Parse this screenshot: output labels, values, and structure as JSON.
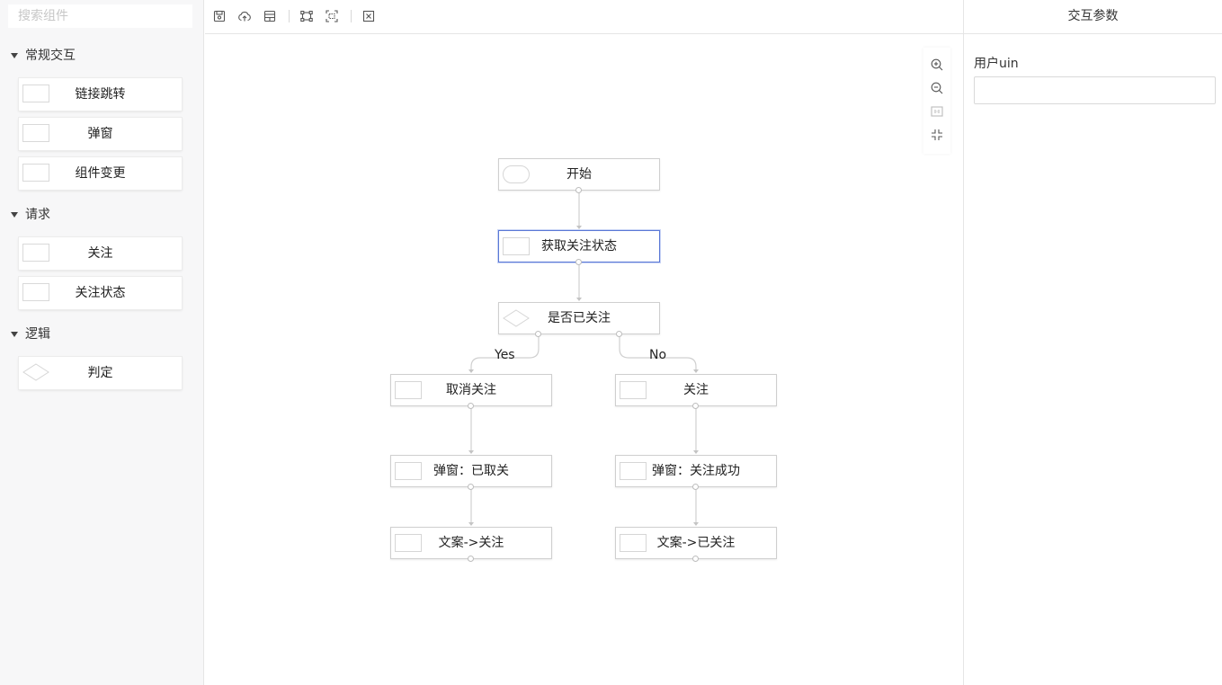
{
  "sidebar": {
    "search_placeholder": "搜索组件",
    "groups": [
      {
        "title": "常规交互",
        "items": [
          {
            "label": "链接跳转",
            "icon": "rect-icon"
          },
          {
            "label": "弹窗",
            "icon": "rect-icon"
          },
          {
            "label": "组件变更",
            "icon": "rect-icon"
          }
        ]
      },
      {
        "title": "请求",
        "items": [
          {
            "label": "关注",
            "icon": "rect-icon"
          },
          {
            "label": "关注状态",
            "icon": "rect-icon"
          }
        ]
      },
      {
        "title": "逻辑",
        "items": [
          {
            "label": "判定",
            "icon": "diamond-icon"
          }
        ]
      }
    ]
  },
  "toolbar": {
    "buttons": [
      "save-icon",
      "upload-icon",
      "layout-icon",
      "fit-view-icon",
      "select-all-icon",
      "clear-icon"
    ]
  },
  "zoom_controls": [
    "zoom-in-icon",
    "zoom-out-icon",
    "actual-size-icon",
    "fit-screen-icon"
  ],
  "flow": {
    "nodes": {
      "start": {
        "label": "开始",
        "shape": "pill"
      },
      "get_status": {
        "label": "获取关注状态",
        "shape": "rect",
        "selected": true
      },
      "decision": {
        "label": "是否已关注",
        "shape": "diamond"
      },
      "unfollow": {
        "label": "取消关注",
        "shape": "rect"
      },
      "follow": {
        "label": "关注",
        "shape": "rect"
      },
      "popup_unfollowed": {
        "label": "弹窗：已取关",
        "shape": "rect"
      },
      "popup_followed": {
        "label": "弹窗：关注成功",
        "shape": "rect"
      },
      "text_follow": {
        "label": "文案->关注",
        "shape": "rect"
      },
      "text_followed": {
        "label": "文案->已关注",
        "shape": "rect"
      }
    },
    "edges": [
      {
        "from": "start",
        "to": "get_status"
      },
      {
        "from": "get_status",
        "to": "decision"
      },
      {
        "from": "decision",
        "to": "unfollow",
        "label": "Yes"
      },
      {
        "from": "decision",
        "to": "follow",
        "label": "No"
      },
      {
        "from": "unfollow",
        "to": "popup_unfollowed"
      },
      {
        "from": "popup_unfollowed",
        "to": "text_follow"
      },
      {
        "from": "follow",
        "to": "popup_followed"
      },
      {
        "from": "popup_followed",
        "to": "text_followed"
      }
    ]
  },
  "panel": {
    "title": "交互参数",
    "field_label": "用户uin",
    "field_value": ""
  },
  "colors": {
    "selected_border": "#5a78d6",
    "edge": "#d0d0d0",
    "sidebar_bg": "#f7f7f8"
  }
}
